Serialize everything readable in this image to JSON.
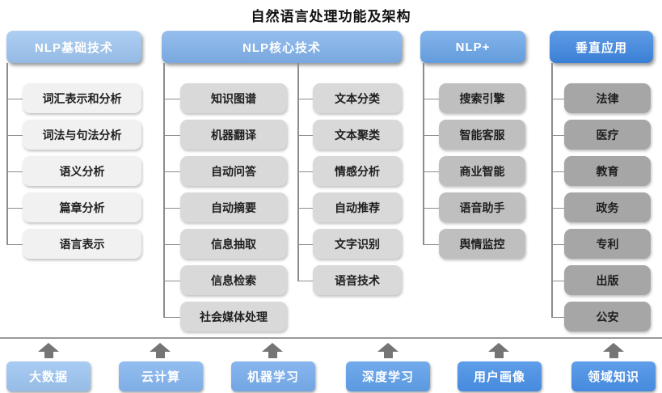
{
  "title": "自然语言处理功能及架构",
  "columns": [
    {
      "header": "NLP基础技术",
      "items": [
        "词汇表示和分析",
        "词法与句法分析",
        "语义分析",
        "篇章分析",
        "语言表示"
      ]
    },
    {
      "header": "NLP核心技术",
      "items_left": [
        "知识图谱",
        "机器翻译",
        "自动问答",
        "自动摘要",
        "信息抽取",
        "信息检索",
        "社会媒体处理"
      ],
      "items_right": [
        "文本分类",
        "文本聚类",
        "情感分析",
        "自动推荐",
        "文字识别",
        "语音技术"
      ]
    },
    {
      "header": "NLP+",
      "items": [
        "搜索引擎",
        "智能客服",
        "商业智能",
        "语音助手",
        "舆情监控"
      ]
    },
    {
      "header": "垂直应用",
      "items": [
        "法律",
        "医疗",
        "教育",
        "政务",
        "专利",
        "出版",
        "公安"
      ]
    }
  ],
  "foundation": {
    "items": [
      "大数据",
      "云计算",
      "机器学习",
      "深度学习",
      "用户画像",
      "领域知识"
    ]
  },
  "colors": {
    "header_1": "#9cc4f0",
    "header_2": "#7fb0ea",
    "header_3": "#69a4e8",
    "header_4": "#3d86e0",
    "box_col1": "#f1f1f1",
    "box_col2": "#d9d9d9",
    "box_col3": "#bfbfbf",
    "box_col4": "#a6a6a6",
    "foundation_1": "#9cc4f0",
    "foundation_2": "#83b4ee",
    "foundation_3": "#77acec",
    "foundation_4": "#5f9fe9",
    "foundation_5": "#4890e6",
    "foundation_6": "#4890e6",
    "connector": "#8c8c8c",
    "separator": "#9a9a9a",
    "arrow": "#757575"
  }
}
